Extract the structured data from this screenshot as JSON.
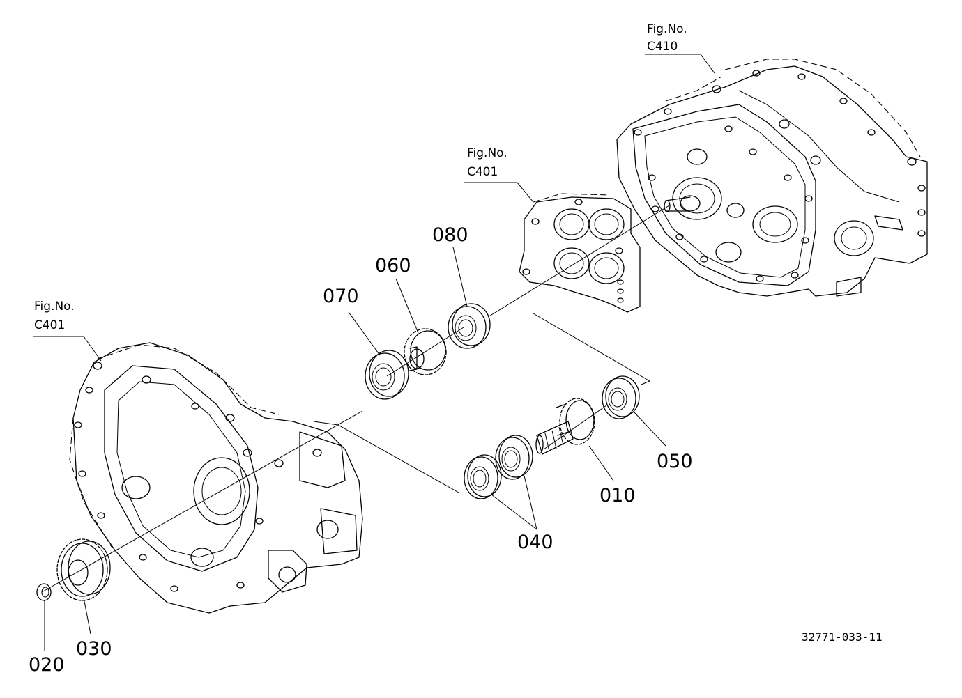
{
  "figure_refs": [
    {
      "id": "ref-top-right",
      "line1": "Fig.No.",
      "line2": "C410"
    },
    {
      "id": "ref-middle",
      "line1": "Fig.No.",
      "line2": "C401"
    },
    {
      "id": "ref-left",
      "line1": "Fig.No.",
      "line2": "C401"
    }
  ],
  "parts": {
    "p010": "010",
    "p020": "020",
    "p030": "030",
    "p040": "040",
    "p050": "050",
    "p060": "060",
    "p070": "070",
    "p080": "080"
  },
  "drawing_code": "32771-033-11"
}
